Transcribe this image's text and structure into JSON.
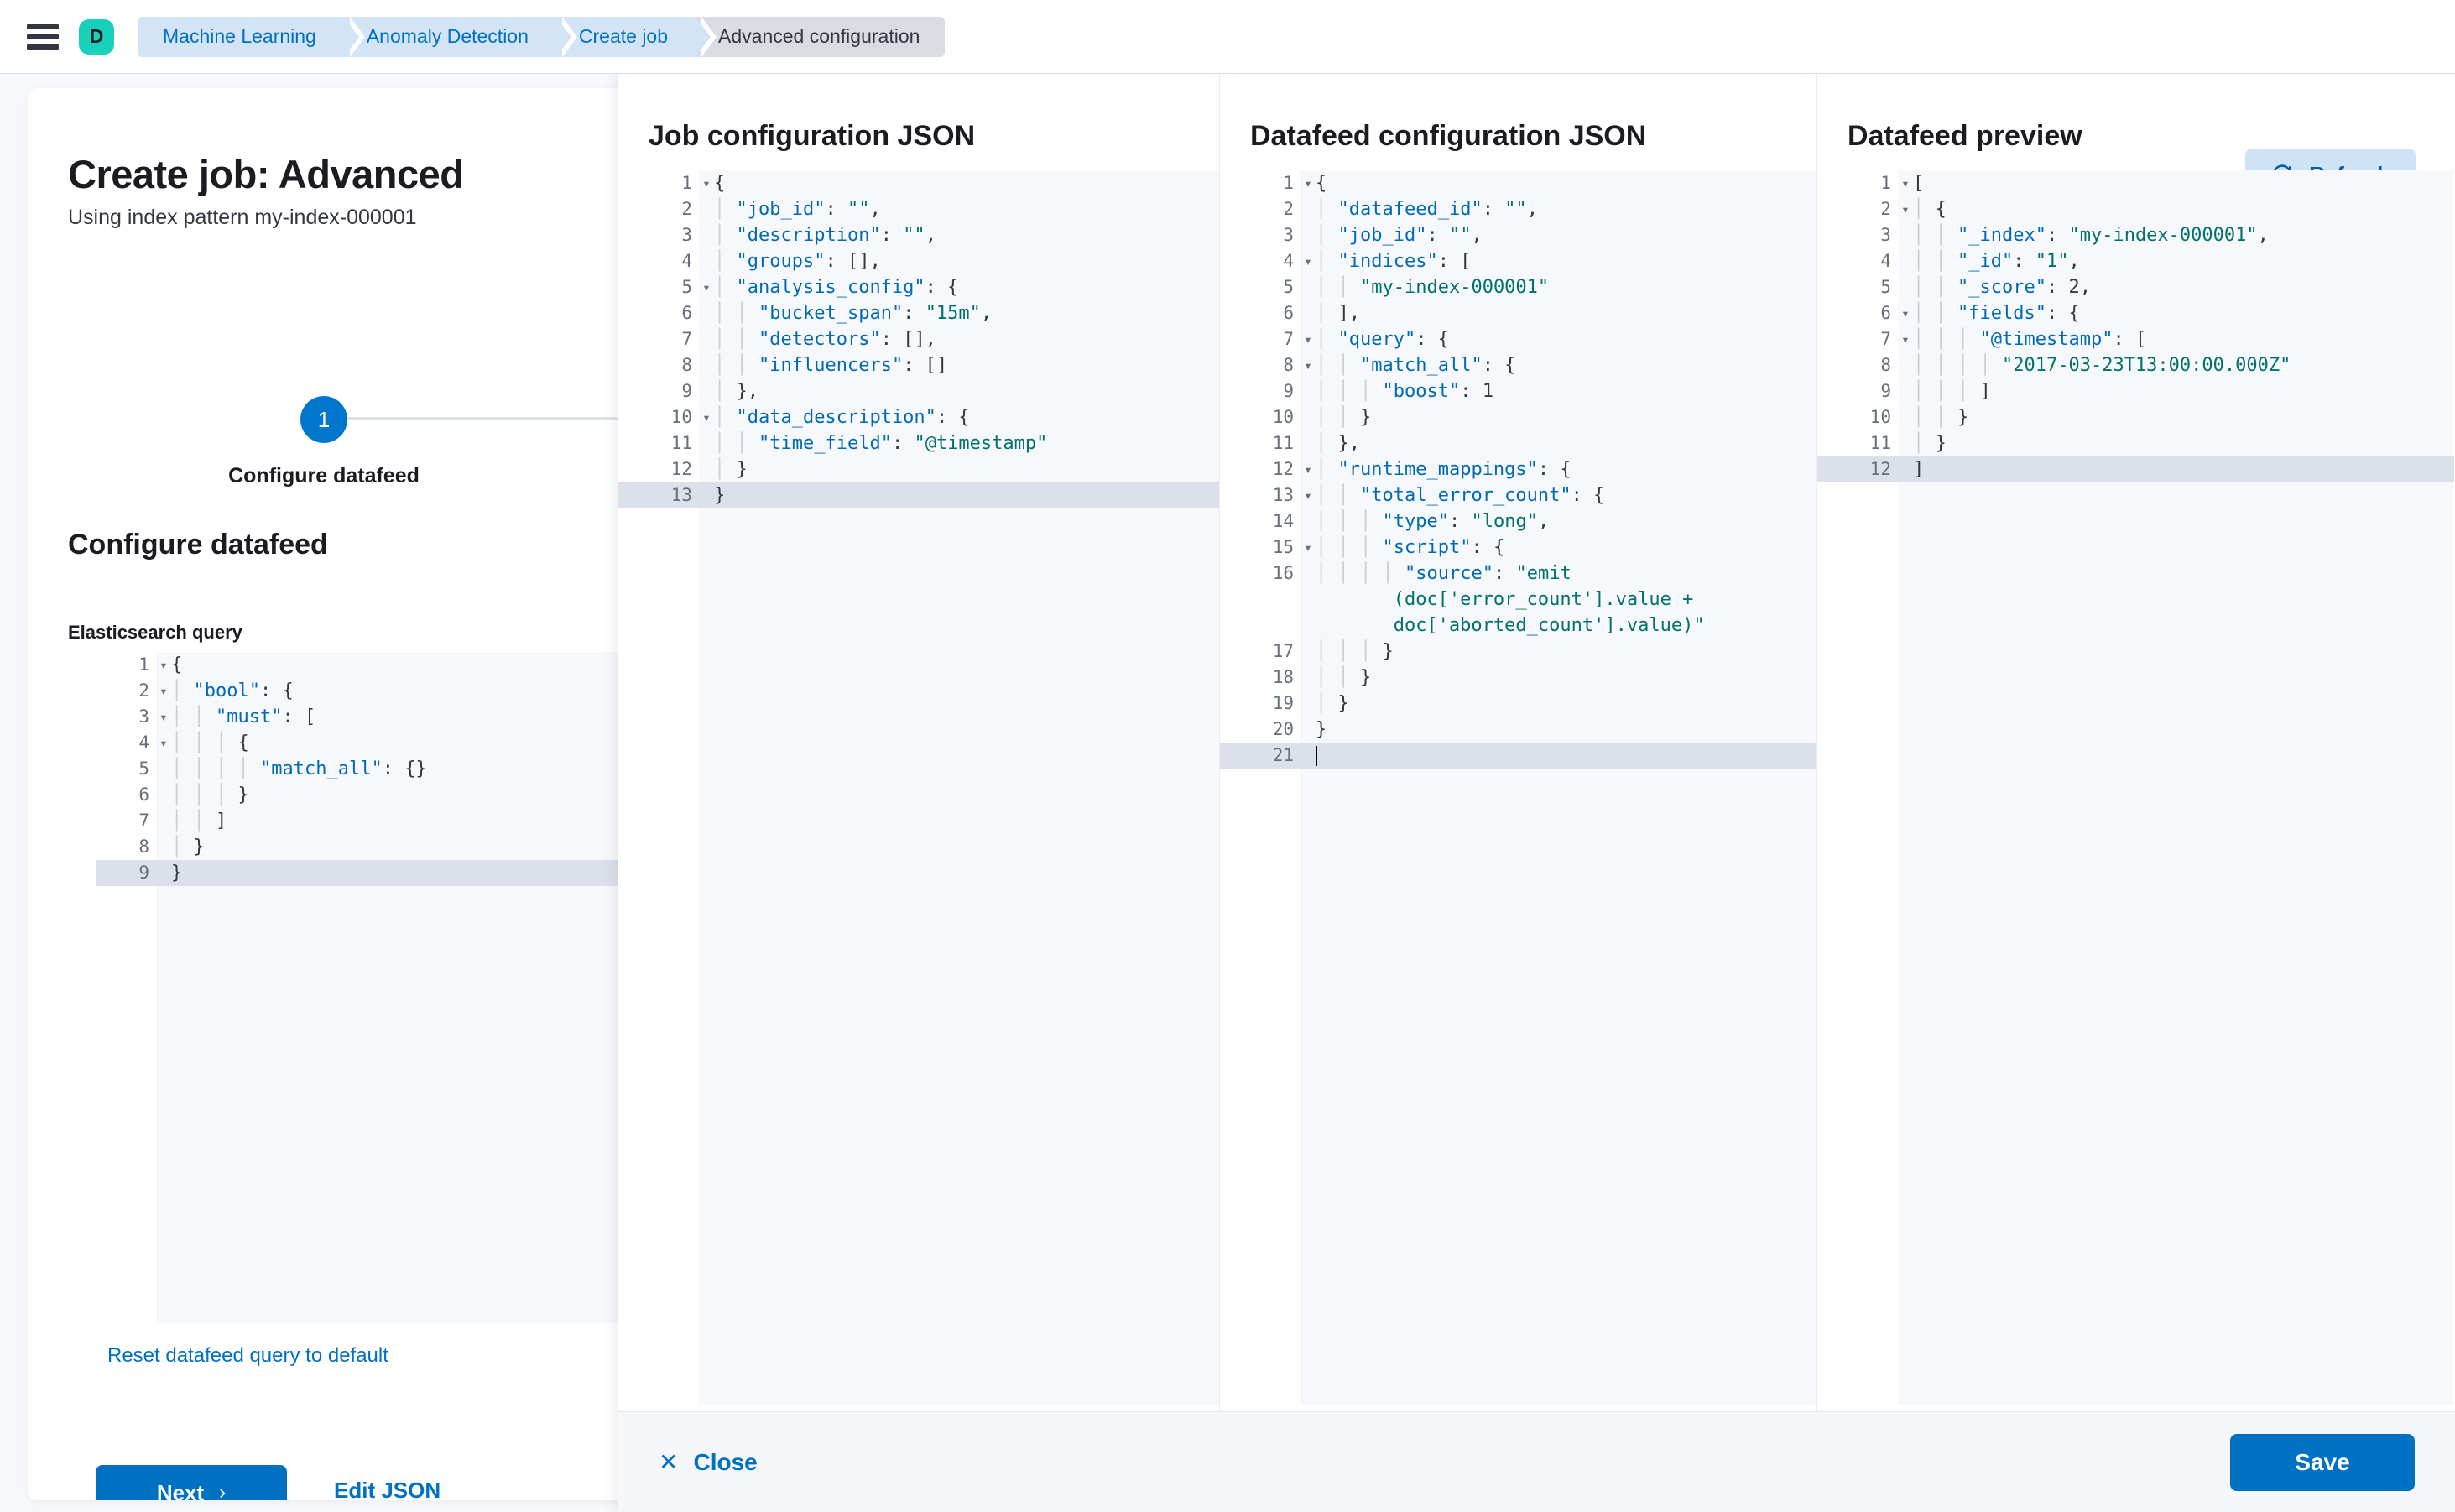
{
  "topbar": {
    "menu_icon": "hamburger-menu-icon",
    "avatar_letter": "D",
    "breadcrumbs": [
      {
        "label": "Machine Learning",
        "active": false
      },
      {
        "label": "Anomaly Detection",
        "active": false
      },
      {
        "label": "Create job",
        "active": false
      },
      {
        "label": "Advanced configuration",
        "active": true
      }
    ]
  },
  "colors": {
    "accent_blue": "#0071c2",
    "avatar_teal": "#17d1bb",
    "breadcrumb_blue_bg": "#d3e4f7",
    "breadcrumb_grey_bg": "#d9dce2",
    "editor_bg": "#f7f8fc",
    "active_line": "#dbe0ea",
    "json_key": "#006bb4",
    "json_string": "#017d73"
  },
  "left_page": {
    "title": "Create job: Advanced",
    "subtitle": "Using index pattern my-index-000001",
    "step_number": "1",
    "step_label": "Configure datafeed",
    "section_title": "Configure datafeed",
    "query_label": "Elasticsearch query",
    "reset_link": "Reset datafeed query to default",
    "next_button": "Next",
    "next_chevron": "›",
    "edit_json_link": "Edit JSON"
  },
  "es_query_editor": {
    "active_line": 9,
    "lines": [
      {
        "n": 1,
        "fold": true,
        "text": "{"
      },
      {
        "n": 2,
        "fold": true,
        "text": "  \"bool\": {"
      },
      {
        "n": 3,
        "fold": true,
        "text": "    \"must\": ["
      },
      {
        "n": 4,
        "fold": true,
        "text": "      {"
      },
      {
        "n": 5,
        "fold": false,
        "text": "        \"match_all\": {}"
      },
      {
        "n": 6,
        "fold": false,
        "text": "      }"
      },
      {
        "n": 7,
        "fold": false,
        "text": "    ]"
      },
      {
        "n": 8,
        "fold": false,
        "text": "  }"
      },
      {
        "n": 9,
        "fold": false,
        "text": "}"
      }
    ]
  },
  "flyout": {
    "panels": [
      {
        "id": "job",
        "title": "Job configuration JSON"
      },
      {
        "id": "feed",
        "title": "Datafeed configuration JSON"
      },
      {
        "id": "prev",
        "title": "Datafeed preview"
      }
    ],
    "refresh_button": "Refresh",
    "refresh_icon": "refresh-icon",
    "close_button": "Close",
    "close_icon": "close-x-icon",
    "save_button": "Save"
  },
  "job_editor": {
    "active_line": 13,
    "lines": [
      {
        "n": 1,
        "fold": true,
        "text": "{"
      },
      {
        "n": 2,
        "fold": false,
        "text": "  \"job_id\": \"\","
      },
      {
        "n": 3,
        "fold": false,
        "text": "  \"description\": \"\","
      },
      {
        "n": 4,
        "fold": false,
        "text": "  \"groups\": [],"
      },
      {
        "n": 5,
        "fold": true,
        "text": "  \"analysis_config\": {"
      },
      {
        "n": 6,
        "fold": false,
        "text": "    \"bucket_span\": \"15m\","
      },
      {
        "n": 7,
        "fold": false,
        "text": "    \"detectors\": [],"
      },
      {
        "n": 8,
        "fold": false,
        "text": "    \"influencers\": []"
      },
      {
        "n": 9,
        "fold": false,
        "text": "  },"
      },
      {
        "n": 10,
        "fold": true,
        "text": "  \"data_description\": {"
      },
      {
        "n": 11,
        "fold": false,
        "text": "    \"time_field\": \"@timestamp\""
      },
      {
        "n": 12,
        "fold": false,
        "text": "  }"
      },
      {
        "n": 13,
        "fold": false,
        "text": "}"
      }
    ]
  },
  "datafeed_editor": {
    "active_line": 21,
    "lines": [
      {
        "n": 1,
        "fold": true,
        "text": "{"
      },
      {
        "n": 2,
        "fold": false,
        "text": "  \"datafeed_id\": \"\","
      },
      {
        "n": 3,
        "fold": false,
        "text": "  \"job_id\": \"\","
      },
      {
        "n": 4,
        "fold": true,
        "text": "  \"indices\": ["
      },
      {
        "n": 5,
        "fold": false,
        "text": "    \"my-index-000001\""
      },
      {
        "n": 6,
        "fold": false,
        "text": "  ],"
      },
      {
        "n": 7,
        "fold": true,
        "text": "  \"query\": {"
      },
      {
        "n": 8,
        "fold": true,
        "text": "    \"match_all\": {"
      },
      {
        "n": 9,
        "fold": false,
        "text": "      \"boost\": 1"
      },
      {
        "n": 10,
        "fold": false,
        "text": "    }"
      },
      {
        "n": 11,
        "fold": false,
        "text": "  },"
      },
      {
        "n": 12,
        "fold": true,
        "text": "  \"runtime_mappings\": {"
      },
      {
        "n": 13,
        "fold": true,
        "text": "    \"total_error_count\": {"
      },
      {
        "n": 14,
        "fold": false,
        "text": "      \"type\": \"long\","
      },
      {
        "n": 15,
        "fold": true,
        "text": "      \"script\": {"
      },
      {
        "n": 16,
        "fold": false,
        "text": "        \"source\": \"emit(doc['error_count'].value + doc['aborted_count'].value)\"",
        "wrap": true
      },
      {
        "n": 17,
        "fold": false,
        "text": "      }"
      },
      {
        "n": 18,
        "fold": false,
        "text": "    }"
      },
      {
        "n": 19,
        "fold": false,
        "text": "  }"
      },
      {
        "n": 20,
        "fold": false,
        "text": "}"
      },
      {
        "n": 21,
        "fold": false,
        "text": ""
      }
    ]
  },
  "preview_editor": {
    "active_line": 12,
    "lines": [
      {
        "n": 1,
        "fold": true,
        "text": "["
      },
      {
        "n": 2,
        "fold": true,
        "text": "  {"
      },
      {
        "n": 3,
        "fold": false,
        "text": "    \"_index\": \"my-index-000001\","
      },
      {
        "n": 4,
        "fold": false,
        "text": "    \"_id\": \"1\","
      },
      {
        "n": 5,
        "fold": false,
        "text": "    \"_score\": 2,"
      },
      {
        "n": 6,
        "fold": true,
        "text": "    \"fields\": {"
      },
      {
        "n": 7,
        "fold": true,
        "text": "      \"@timestamp\": ["
      },
      {
        "n": 8,
        "fold": false,
        "text": "        \"2017-03-23T13:00:00.000Z\""
      },
      {
        "n": 9,
        "fold": false,
        "text": "      ]"
      },
      {
        "n": 10,
        "fold": false,
        "text": "    }"
      },
      {
        "n": 11,
        "fold": false,
        "text": "  }"
      },
      {
        "n": 12,
        "fold": false,
        "text": "]"
      }
    ]
  }
}
